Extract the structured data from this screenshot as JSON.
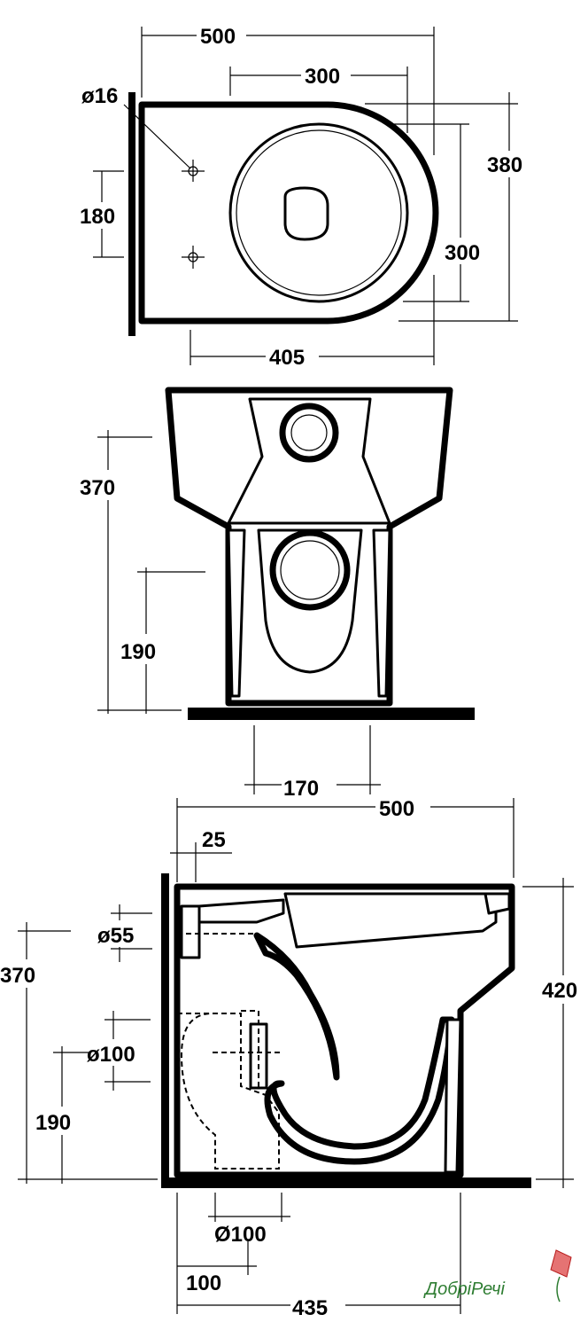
{
  "top_view": {
    "width_label": "500",
    "inner_width_label": "300",
    "height_label": "380",
    "inner_height_label": "300",
    "hole_dia_label": "ø16",
    "hole_spacing_label": "180",
    "base_width_label": "405"
  },
  "front_view": {
    "height_label": "370",
    "outlet_height_label": "190",
    "base_width_label": "170"
  },
  "side_view": {
    "depth_label": "500",
    "wall_gap_label": "25",
    "inlet_dia_label": "ø55",
    "inlet_height_label": "370",
    "height_label": "420",
    "outlet_dia_label": "ø100",
    "outlet_height_label": "190",
    "floor_outlet_dia_label": "Ø100",
    "floor_outlet_dist_label": "100",
    "base_depth_label": "435"
  },
  "brand": {
    "name": "ДобріРечі",
    "accent": "#2e7d32"
  }
}
